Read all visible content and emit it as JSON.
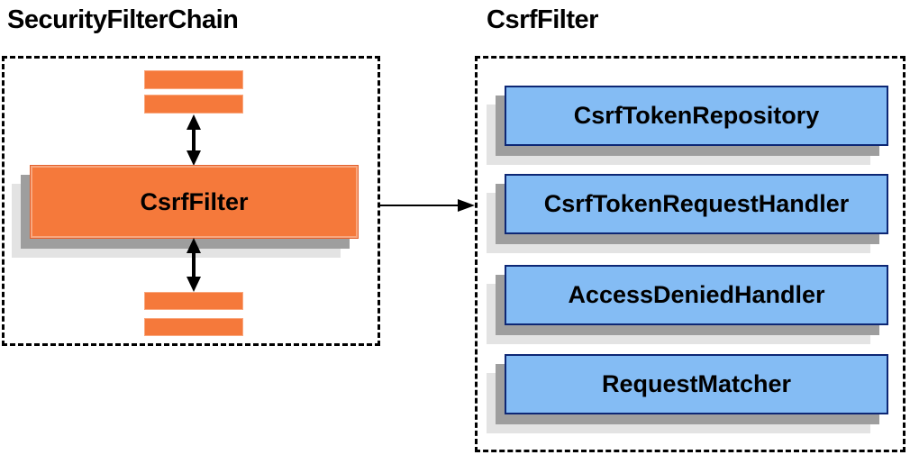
{
  "left_panel": {
    "title": "SecurityFilterChain",
    "filter_box_label": "CsrfFilter",
    "placeholder_bars_above": 2,
    "placeholder_bars_below": 2
  },
  "right_panel": {
    "title": "CsrfFilter",
    "components": [
      {
        "label": "CsrfTokenRepository"
      },
      {
        "label": "CsrfTokenRequestHandler"
      },
      {
        "label": "AccessDeniedHandler"
      },
      {
        "label": "RequestMatcher"
      }
    ]
  },
  "icons": {
    "vertical_double_arrow": "↕",
    "flow_arrow": "→"
  },
  "colors": {
    "orange_fill": "#F5793B",
    "orange_border": "#E2602C",
    "orange_bar_border": "#F9A87F",
    "blue_fill": "#84BCF4",
    "blue_border": "#0D2775",
    "shadow_dark": "#9E9E9E",
    "shadow_light": "#E3E3E3",
    "container_border": "#000000",
    "arrow_color": "#000000",
    "title_color": "#000000",
    "label_color": "#000000"
  }
}
